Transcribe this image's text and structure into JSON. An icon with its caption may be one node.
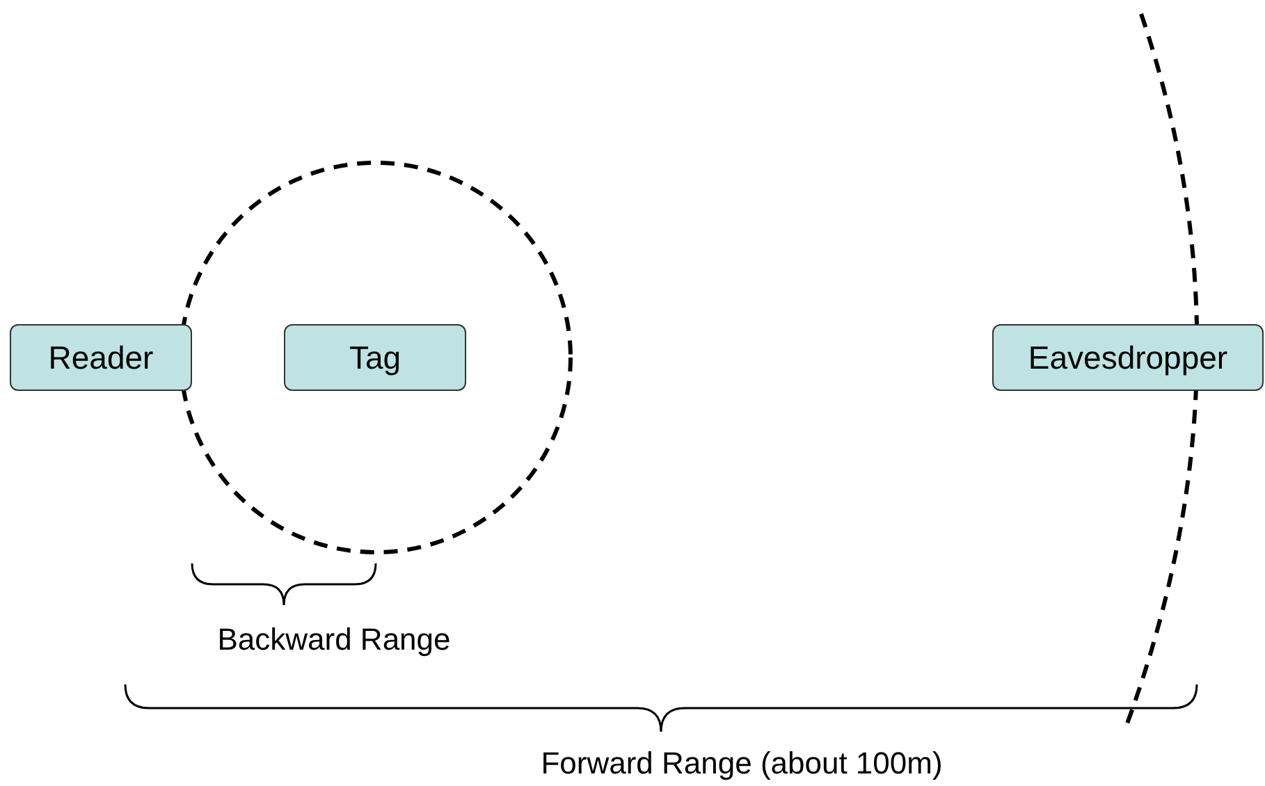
{
  "diagram": {
    "nodes": [
      {
        "text": [
          "Reader"
        ]
      },
      {
        "text": [
          "Tag"
        ]
      },
      {
        "text": [
          "Eavesdropper"
        ]
      }
    ],
    "labels": [
      "Backward Range",
      "Forward Range (about 100m)"
    ]
  }
}
